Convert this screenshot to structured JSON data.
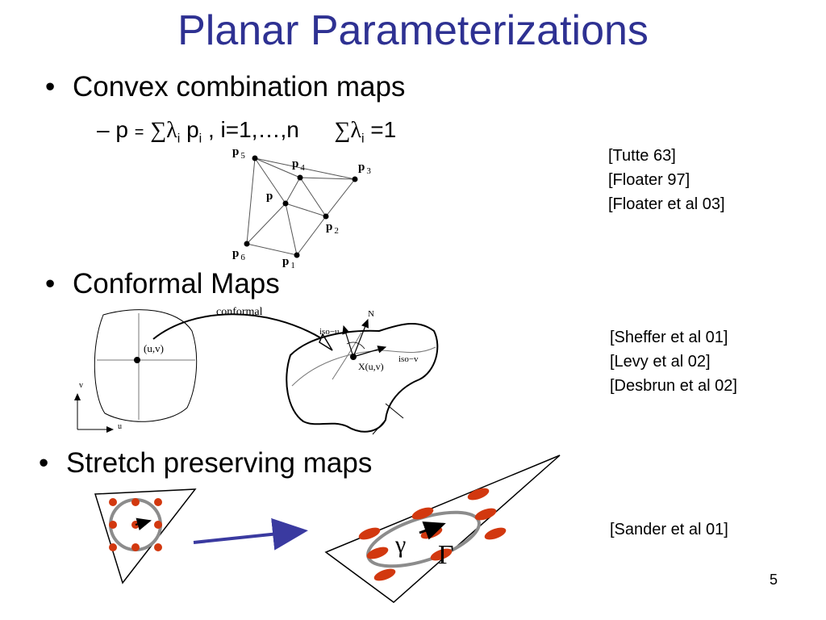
{
  "slide": {
    "title": "Planar Parameterizations",
    "page_number": "5",
    "bullet_symbol": "•"
  },
  "section_convex": {
    "bullet": "Convex combination maps",
    "formula": {
      "dash": "–",
      "p": "p",
      "eq": "=",
      "sum1": "∑",
      "lambda1": "λ",
      "i1": "i",
      "p2": "p",
      "i2": "i",
      "range": ", i=1,…,n",
      "sum2": "∑",
      "lambda2": "λ",
      "i3": "i",
      "eq1": "=1"
    },
    "diagram_labels": {
      "p": "p",
      "p1": "p",
      "p1_sub": "1",
      "p2": "p",
      "p2_sub": "2",
      "p3": "p",
      "p3_sub": "3",
      "p4": "p",
      "p4_sub": "4",
      "p5": "p",
      "p5_sub": "5",
      "p6": "p",
      "p6_sub": "6"
    },
    "refs": [
      "[Tutte 63]",
      "[Floater 97]",
      "[Floater et al 03]"
    ]
  },
  "section_conformal": {
    "bullet": "Conformal Maps",
    "diagram_labels": {
      "arrow": "conformal",
      "uv": "(u,v)",
      "axis_v": "v",
      "axis_u": "u",
      "iso_u": "iso−u",
      "iso_v": "iso−v",
      "normal": "N",
      "xuv": "X(u,v)"
    },
    "refs": [
      "[Sheffer et al 01]",
      "[Levy et al 02]",
      "[Desbrun et al 02]"
    ]
  },
  "section_stretch": {
    "bullet": "Stretch preserving maps",
    "diagram_labels": {
      "gamma": "γ",
      "Gamma": "Γ"
    },
    "refs": [
      "[Sander et al 01]"
    ]
  },
  "colors": {
    "title": "#2e3192",
    "dots": "#d2380f",
    "ellipse": "#8c8c8c",
    "map_arrow": "#3a3aa0"
  }
}
